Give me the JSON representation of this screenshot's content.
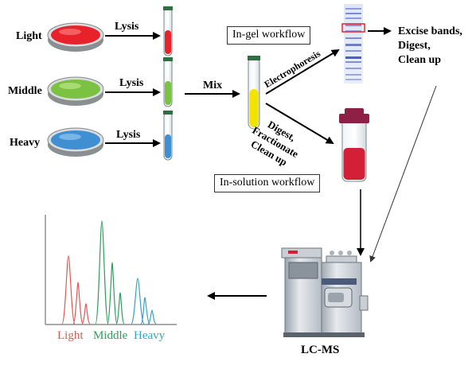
{
  "samples": [
    {
      "label": "Light",
      "color": "#e8222a"
    },
    {
      "label": "Middle",
      "color": "#7cc242"
    },
    {
      "label": "Heavy",
      "color": "#3f8fd2"
    }
  ],
  "lysis_label": "Lysis",
  "mix_label": "Mix",
  "electrophoresis_label": "Electrophoresis",
  "digest_label_lines": [
    "Digest,",
    "Fractionate",
    "Clean up"
  ],
  "in_gel_label": "In-gel workflow",
  "in_solution_label": "In-solution workflow",
  "excise_label_lines": [
    "Excise bands,",
    "Digest,",
    "Clean up"
  ],
  "instrument_label": "LC-MS",
  "spectrum_legend": [
    {
      "label": "Light",
      "color": "#e05a5a"
    },
    {
      "label": "Middle",
      "color": "#2e9e5e"
    },
    {
      "label": "Heavy",
      "color": "#3aa3c2"
    }
  ]
}
